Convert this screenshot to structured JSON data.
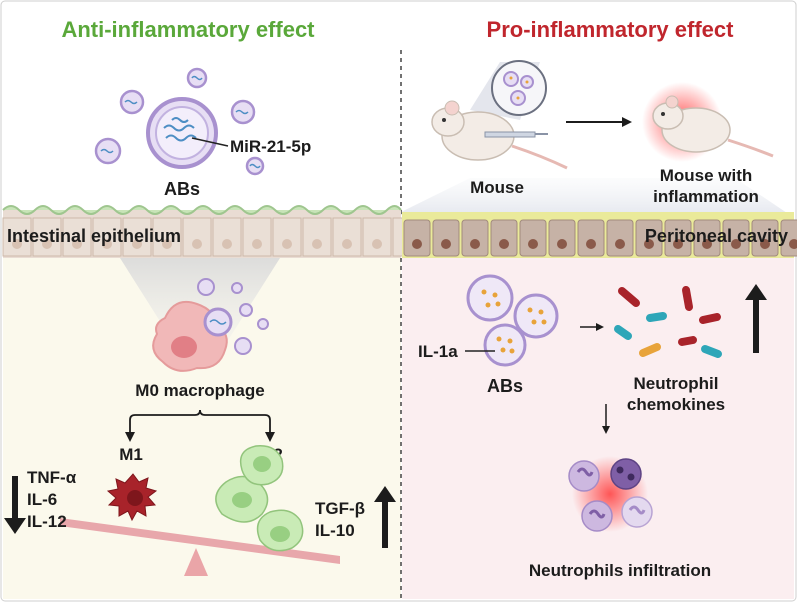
{
  "left_panel": {
    "title": "Anti-inflammatory effect",
    "mirna_label": "MiR-21-5p",
    "abs_label": "ABs",
    "epithelium_label": "Intestinal epithelium",
    "macrophage_label": "M0 macrophage",
    "m1_label": "M1",
    "m2_label": "M2",
    "m1_cytokines": [
      "TNF-α",
      "IL-6",
      "IL-12"
    ],
    "m2_cytokines": [
      "TGF-β",
      "IL-10"
    ]
  },
  "right_panel": {
    "title": "Pro-inflammatory effect",
    "mouse_label": "Mouse",
    "inflamed_mouse_label": [
      "Mouse with",
      "inflammation"
    ],
    "cavity_label": "Peritoneal cavity",
    "il1a_label": "IL-1a",
    "abs_label": "ABs",
    "chemokines_label": [
      "Neutrophil",
      "chemokines"
    ],
    "infiltration_label": "Neutrophils infiltration"
  },
  "colors": {
    "left_title": "#5aa83a",
    "right_title": "#c0262d",
    "left_bg": "#fbf9ec",
    "right_bg": "#fbeef0",
    "vesicle": "#b9a6d9",
    "m1_cell": "#a8232a",
    "m2_cell": "#b4dfa0",
    "neutrophil": "#7f5fa6"
  }
}
